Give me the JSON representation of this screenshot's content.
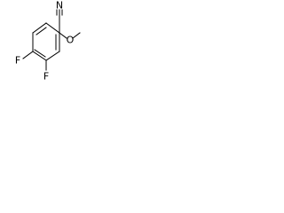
{
  "molecule": {
    "atoms": {
      "nitrogen": "N",
      "oxygen": "O",
      "fluorine_left": "F",
      "fluorine_bottom": "F"
    }
  },
  "colors": {
    "background": "#ffffff",
    "bond": "#000000",
    "label": "#000000"
  }
}
